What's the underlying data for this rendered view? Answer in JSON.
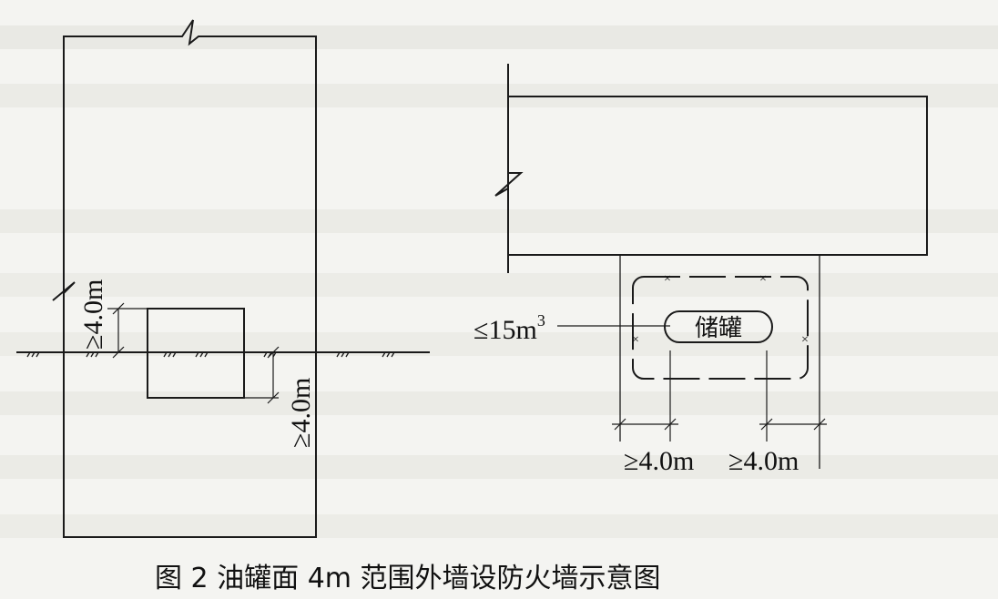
{
  "caption": "图 2 油罐面 4m 范围外墙设防火墙示意图",
  "left_view": {
    "dim_above_ground": "≥4.0m",
    "dim_below_ground": "≥4.0m"
  },
  "right_view": {
    "tank_label": "储罐",
    "volume_label": "≤15m",
    "volume_superscript": "3",
    "dim_left": "≥4.0m",
    "dim_right": "≥4.0m"
  },
  "colors": {
    "ink": "#1a1a1a",
    "paper": "#f4f4f1"
  }
}
